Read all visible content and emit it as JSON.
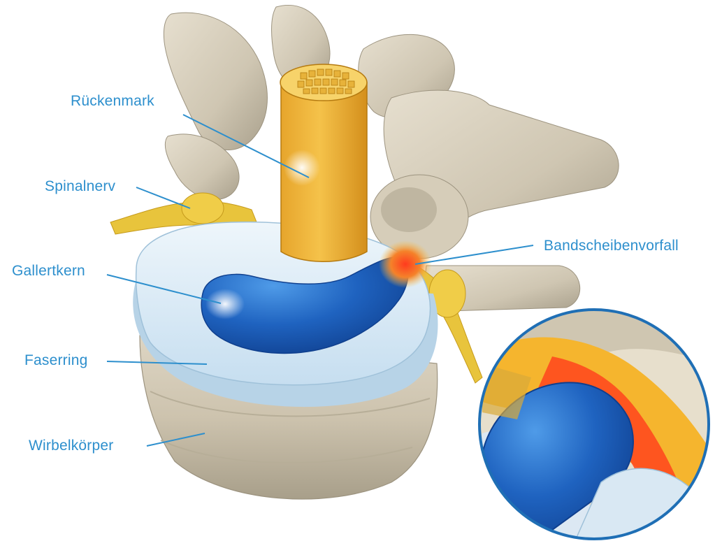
{
  "labels": {
    "rueckenmark": "Rückenmark",
    "spinalnerv": "Spinalnerv",
    "gallertkern": "Gallertkern",
    "faserring": "Faserring",
    "wirbelkoerper": "Wirbelkörper",
    "bandscheibenvorfall": "Bandscheibenvorfall"
  },
  "colors": {
    "label_text": "#2d8fcd",
    "leader_line": "#2d8fcd",
    "bone": "#d8d0bf",
    "disc_annulus": "#d4e8f3",
    "nucleus": "#1e5fb8",
    "spinal_cord": "#f0b63a",
    "herniation": "#e8452a",
    "inset_border": "#1f6fb5"
  }
}
